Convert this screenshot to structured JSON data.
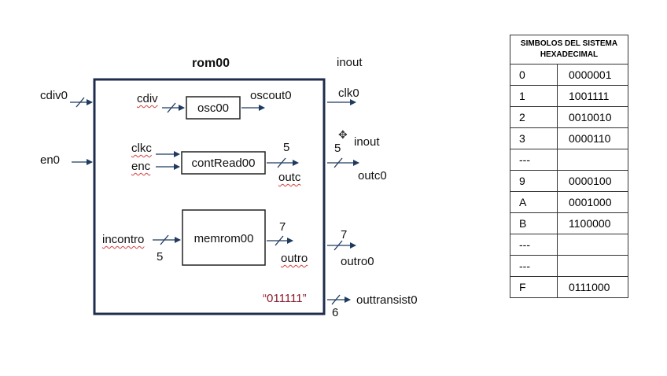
{
  "diagram": {
    "title": "rom00",
    "inputs": [
      "cdiv0",
      "en0"
    ],
    "outputs": {
      "clk0_mode": "inout",
      "clk0": "clk0",
      "outc0_mode": "inout",
      "outc0": "outc0",
      "outc0_width": "5",
      "outro0": "outro0",
      "outro0_width": "7",
      "outtransist0": "outtransist0",
      "outtransist0_width": "6"
    },
    "blocks": {
      "osc": {
        "name": "osc00",
        "in": "cdiv",
        "out": "oscout0"
      },
      "cont": {
        "name": "contRead00",
        "in1": "clkc",
        "in2": "enc",
        "out": "outc",
        "out_width": "5"
      },
      "mem": {
        "name": "memrom00",
        "in": "incontro",
        "in_width": "5",
        "out": "outro",
        "out_width": "7"
      }
    },
    "constant": "“011111”"
  },
  "table": {
    "header_line1": "SIMBOLOS DEL SISTEMA",
    "header_line2": "HEXADECIMAL",
    "rows": [
      {
        "symbol": "0",
        "code": "0000001"
      },
      {
        "symbol": "1",
        "code": "1001111"
      },
      {
        "symbol": "2",
        "code": "0010010"
      },
      {
        "symbol": "3",
        "code": "0000110"
      },
      {
        "symbol": "---",
        "code": ""
      },
      {
        "symbol": "9",
        "code": "0000100"
      },
      {
        "symbol": "A",
        "code": "0001000"
      },
      {
        "symbol": "B",
        "code": "1100000"
      },
      {
        "symbol": "---",
        "code": ""
      },
      {
        "symbol": "---",
        "code": ""
      },
      {
        "symbol": "F",
        "code": "0111000"
      }
    ]
  },
  "colors": {
    "outer_box": "#1f2d4d",
    "constant": "#8b1a2b",
    "line": "#1f3a5f"
  }
}
